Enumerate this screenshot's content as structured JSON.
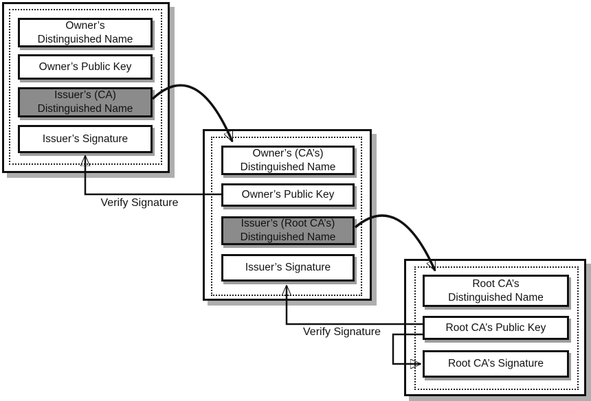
{
  "diagram_title": "certificate-chain-verification",
  "colors": {
    "background": "#ffffff",
    "box_border": "#111111",
    "shaded_field_fill": "#8b8b8b",
    "outer_shadow": "#aeaeae",
    "field_shadow": "#9d9d9d",
    "arrow": "#111111"
  },
  "labels": {
    "verify_signature_1": "Verify Signature",
    "verify_signature_2": "Verify Signature"
  },
  "certificates": [
    {
      "name": "owner-certificate",
      "fields": [
        {
          "label": "Owner’s\nDistinguished Name",
          "shaded": false
        },
        {
          "label": "Owner’s Public Key",
          "shaded": false
        },
        {
          "label": "Issuer’s (CA)\nDistinguished Name",
          "shaded": true
        },
        {
          "label": "Issuer’s Signature",
          "shaded": false
        }
      ]
    },
    {
      "name": "ca-certificate",
      "fields": [
        {
          "label": "Owner’s (CA’s)\nDistinguished Name",
          "shaded": false
        },
        {
          "label": "Owner’s Public Key",
          "shaded": false
        },
        {
          "label": "Issuer’s (Root CA’s)\nDistinguished Name",
          "shaded": true
        },
        {
          "label": "Issuer’s Signature",
          "shaded": false
        }
      ]
    },
    {
      "name": "root-ca-certificate",
      "fields": [
        {
          "label": "Root CA’s\nDistinguished Name",
          "shaded": false
        },
        {
          "label": "Root CA’s Public Key",
          "shaded": false
        },
        {
          "label": "Root CA’s Signature",
          "shaded": false
        }
      ]
    }
  ],
  "arrows": [
    {
      "name": "issuer-dn-to-ca-cert-arrow"
    },
    {
      "name": "issuer-dn-to-root-cert-arrow"
    },
    {
      "name": "verify-signature-arrow-1"
    },
    {
      "name": "verify-signature-arrow-2"
    },
    {
      "name": "root-self-signed-loop-arrow"
    }
  ]
}
